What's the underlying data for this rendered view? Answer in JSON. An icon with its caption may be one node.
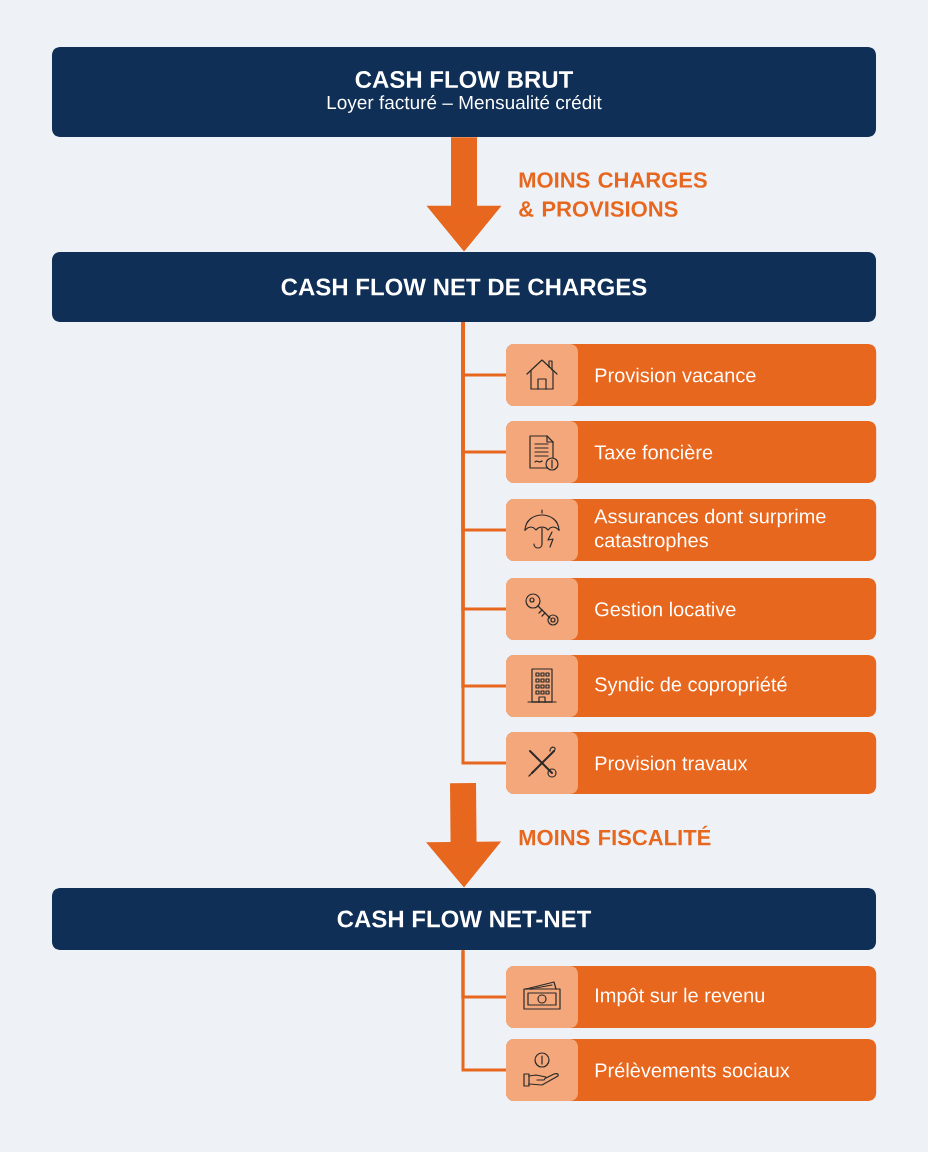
{
  "diagram": {
    "nodes": [
      {
        "text": [
          "CASH FLOW BRUT",
          "Loyer facturé – Mensualité crédit"
        ]
      },
      {
        "text": [
          "CASH FLOW NET DE CHARGES"
        ]
      },
      {
        "text": [
          "Provision vacance"
        ]
      },
      {
        "text": [
          "Taxe foncière"
        ]
      },
      {
        "text": [
          "Assurances dont surprime catastrophes"
        ]
      },
      {
        "text": [
          "Gestion locative"
        ]
      },
      {
        "text": [
          "Syndic de copropriété"
        ]
      },
      {
        "text": [
          "Provision travaux"
        ]
      },
      {
        "text": [
          "CASH FLOW NET-NET"
        ]
      },
      {
        "text": [
          "Impôt sur le revenu"
        ]
      },
      {
        "text": [
          "Prélèvements sociaux"
        ]
      }
    ],
    "edges": [
      {
        "from": 0,
        "to": 1,
        "arrow": "to",
        "style": "thick",
        "label": "MOINS CHARGES & PROVISIONS"
      },
      {
        "from": 1,
        "to": 2,
        "arrow": "none"
      },
      {
        "from": 1,
        "to": 3,
        "arrow": "none"
      },
      {
        "from": 1,
        "to": 4,
        "arrow": "none"
      },
      {
        "from": 1,
        "to": 5,
        "arrow": "none"
      },
      {
        "from": 1,
        "to": 6,
        "arrow": "none"
      },
      {
        "from": 1,
        "to": 7,
        "arrow": "none"
      },
      {
        "from": null,
        "to": 8,
        "arrow": "to",
        "style": "thick",
        "label": "MOINS FISCALITÉ"
      },
      {
        "from": 8,
        "to": 9,
        "arrow": "none"
      },
      {
        "from": 8,
        "to": 10,
        "arrow": "none"
      }
    ]
  }
}
